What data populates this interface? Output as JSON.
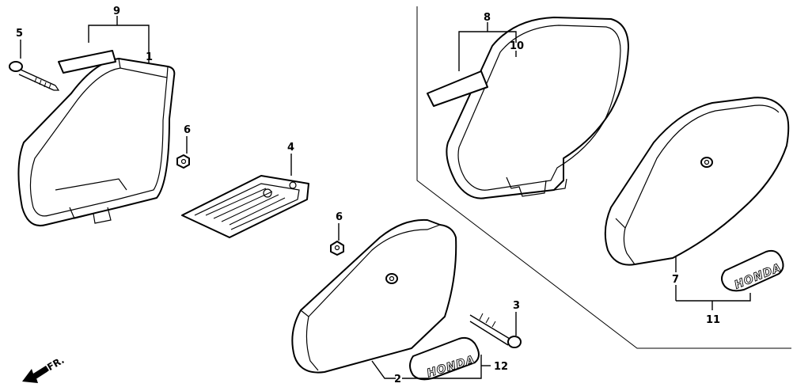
{
  "callouts": {
    "c1": "1",
    "c2": "2",
    "c3": "3",
    "c4": "4",
    "c5": "5",
    "c6a": "6",
    "c6b": "6",
    "c7": "7",
    "c8": "8",
    "c9": "9",
    "c10": "10",
    "c11": "11",
    "c12": "12"
  },
  "emblems": {
    "left": "HONDA",
    "right": "HONDA"
  },
  "direction": {
    "label": "FR."
  }
}
